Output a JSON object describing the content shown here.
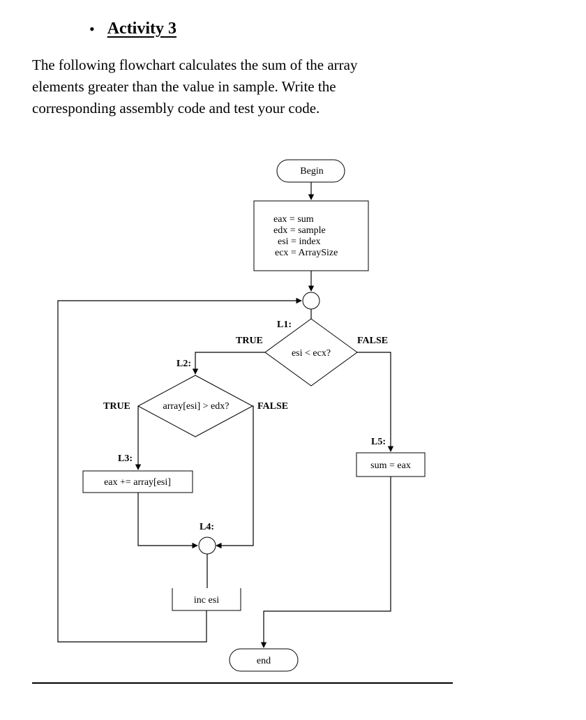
{
  "heading": {
    "bullet": "•",
    "title": "Activity 3"
  },
  "intro": {
    "lines": [
      "The following flowchart calculates the sum of the array",
      "elements greater than the value in sample. Write the",
      "corresponding assembly code and test your code."
    ]
  },
  "flowchart": {
    "begin": "Begin",
    "init": [
      "eax = sum",
      "edx = sample",
      "esi = index",
      "ecx = ArraySize"
    ],
    "l1_label": "L1:",
    "cond1": "esi < ecx?",
    "cond1_true": "TRUE",
    "cond1_false": "FALSE",
    "l2_label": "L2:",
    "cond2": "array[esi] > edx?",
    "cond2_true": "TRUE",
    "cond2_false": "FALSE",
    "l3_label": "L3:",
    "add_step": "eax += array[esi]",
    "l4_label": "L4:",
    "inc_step": "inc esi",
    "l5_label": "L5:",
    "store_step": "sum = eax",
    "end": "end"
  }
}
